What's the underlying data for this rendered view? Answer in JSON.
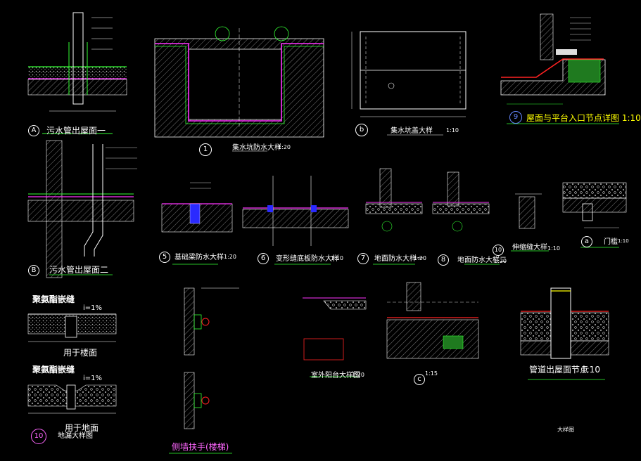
{
  "sheet": {
    "background": "#000000",
    "colors": {
      "line": "#ffffff",
      "green": "#33ff33",
      "yellow": "#ffff00",
      "magenta": "#ff33ff",
      "cyan": "#00ffff",
      "red": "#ff2222",
      "hatch": "#888888"
    }
  },
  "details": {
    "A_marker": "A",
    "A_title": "污水管出屋面一",
    "B_marker": "B",
    "B_title": "污水管出屋面二",
    "d1_marker": "1",
    "d1_title": "集水坑防水大样",
    "d1_scale": "1:20",
    "b_marker": "b",
    "b_title": "集水坑盖大样",
    "b_scale": "1:10",
    "d9_marker": "9",
    "d9_title": "屋面与平台入口节点详图 1:10",
    "d5_marker": "5",
    "d5_title": "基础梁防水大样",
    "d5_scale": "1:20",
    "d6_marker": "6",
    "d6_title": "变形缝底板防水大样",
    "d6_scale": "1:10",
    "d7_marker": "7",
    "d7_title": "地面防水大样一",
    "d7_scale": "1:20",
    "d8_marker": "8",
    "d8_title": "地面防水大样二",
    "d8_scale": "1:20",
    "d10a_marker": "10",
    "d10a_title": "伸缩缝大样",
    "d10a_scale": "1:10",
    "a_marker": "a",
    "a_title": "门槛",
    "a_scale": "1:10",
    "joint1_title": "聚氨酯嵌缝",
    "joint1_slope": "i=1%",
    "joint1_caption": "用于楼面",
    "joint2_title": "聚氨酯嵌缝",
    "joint2_slope": "i=1%",
    "joint2_caption": "用于地面",
    "d10b_marker": "10",
    "d10b_title": "地漏大样图",
    "side_title": "侧墙扶手(楼梯)",
    "bay_title": "室外阳台大样图",
    "bay_scale": "1:20",
    "c_marker": "c",
    "c_scale": "1:15",
    "pipe_title": "管道出屋面节点",
    "pipe_scale": "1:10",
    "corner_note": "大样图"
  }
}
